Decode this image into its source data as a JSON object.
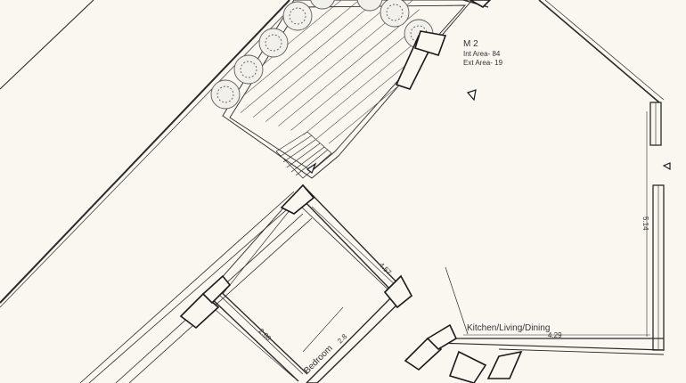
{
  "unit": {
    "name": "M 2",
    "int_area": "Int Area- 84",
    "ext_area": "Ext Area- 19"
  },
  "rooms": {
    "kitchen": "Kitchen/Living/Dining",
    "bedroom": "Bedroom"
  },
  "dimensions": {
    "d_457": "4.57",
    "d_514": "5.14",
    "d_429": "4.29",
    "d_288": "2.88",
    "d_28": "2.8"
  },
  "colors": {
    "background": "#f9f7f0",
    "line": "#2a2a2a",
    "tree_canopy": "#6f6f6f"
  }
}
